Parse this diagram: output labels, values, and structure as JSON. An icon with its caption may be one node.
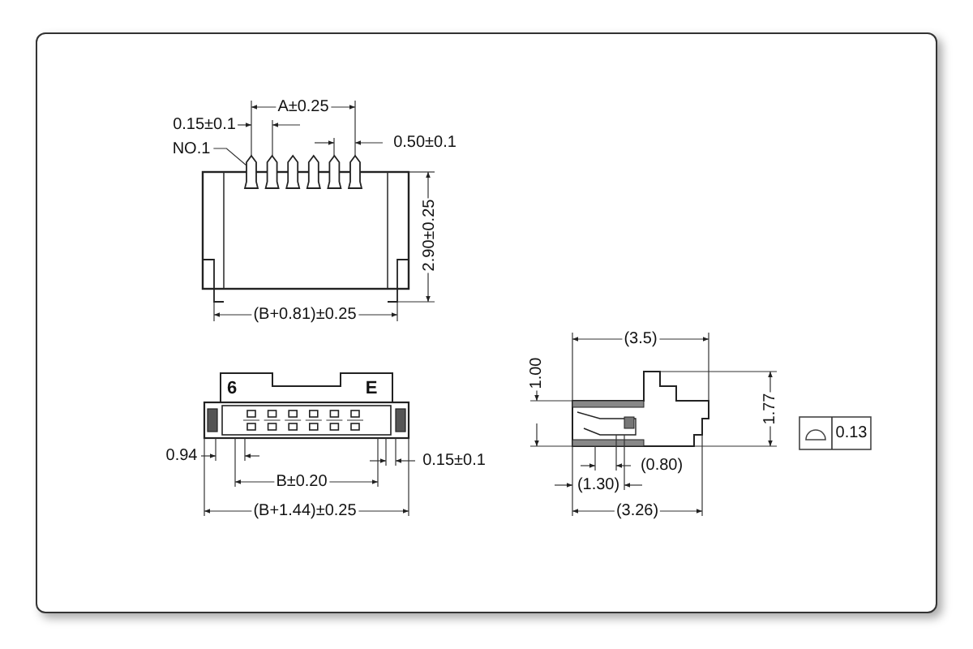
{
  "diagram": {
    "nodes": [
      {
        "text": [
          "NO.1"
        ]
      },
      {
        "text": [],
        "shape": "picture"
      }
    ],
    "edges": [
      {
        "from": 0,
        "to": 1,
        "arrow": "none"
      }
    ],
    "labels": [
      "A±0.25",
      "0.15±0.1",
      "0.50±0.1",
      "2.90±0.25",
      "(B+0.81)±0.25",
      "6",
      "E",
      "0.94",
      "0.15±0.1",
      "B±0.20",
      "(B+1.44)±0.25",
      "(3.5)",
      "1.00",
      "1.77",
      "0.13",
      "(0.80)",
      "(1.30)",
      "(3.26)"
    ]
  }
}
